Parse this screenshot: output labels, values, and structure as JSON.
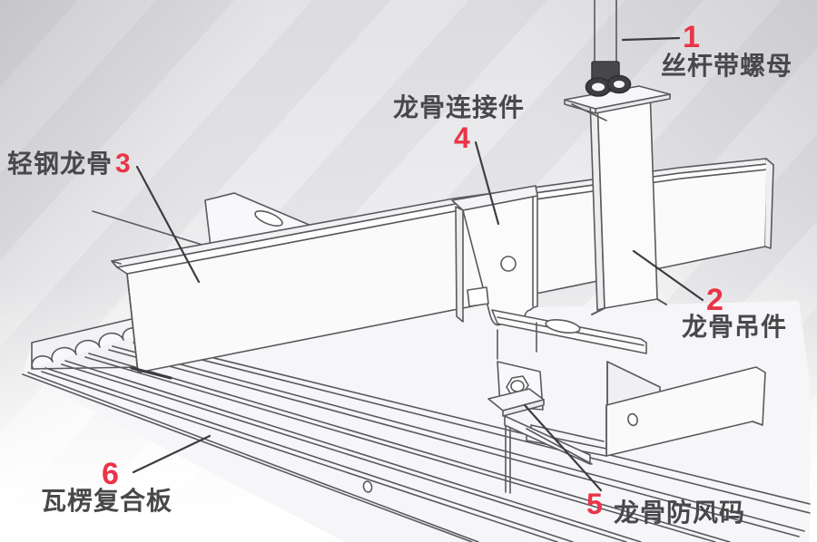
{
  "figure": {
    "type": "exploded-parts-diagram",
    "callouts": [
      {
        "number": "1",
        "label": "丝杆带螺母"
      },
      {
        "number": "2",
        "label": "龙骨吊件"
      },
      {
        "number": "3",
        "label": "轻钢龙骨"
      },
      {
        "number": "4",
        "label": "龙骨连接件"
      },
      {
        "number": "5",
        "label": "龙骨防风码"
      },
      {
        "number": "6",
        "label": "瓦楞复合板"
      }
    ],
    "colors": {
      "accent_red": "#ea3448",
      "line": "#5a5a5e",
      "text": "#48484a",
      "background_top": "#e2e2e4",
      "background_bottom": "#fdfdfd"
    }
  }
}
